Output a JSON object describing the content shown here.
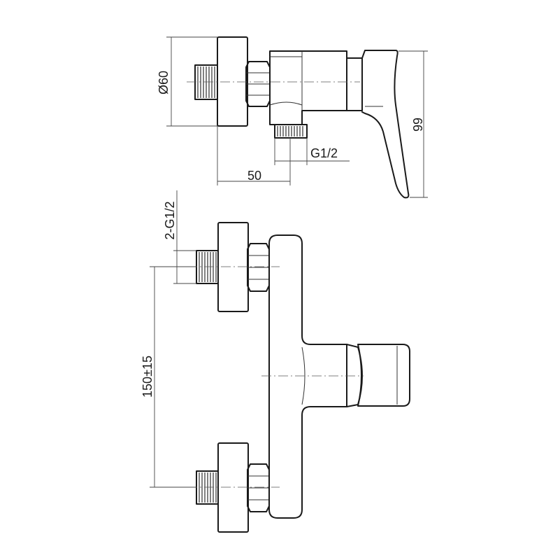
{
  "dimensions": {
    "diameter": "Ø60",
    "height": "99",
    "depth": "50",
    "outlet_thread": "G1/2",
    "inlet_threads": "2-G1/2",
    "center_distance": "150±15"
  }
}
